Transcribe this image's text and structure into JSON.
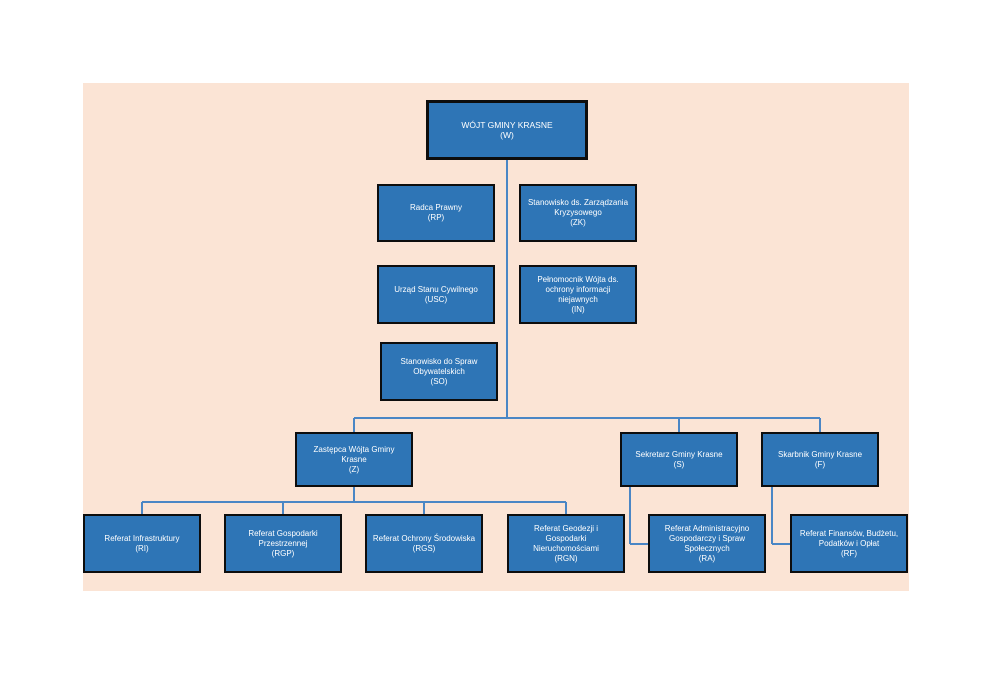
{
  "org_chart": {
    "head": {
      "name": "WÓJT GMINY KRASNE",
      "code": "(W)"
    },
    "direct_posts": [
      {
        "name": "Radca Prawny",
        "code": "(RP)"
      },
      {
        "name": "Stanowisko ds. Zarządzania Kryzysowego",
        "code": "(ZK)"
      },
      {
        "name": "Urząd Stanu Cywilnego",
        "code": "(USC)"
      },
      {
        "name": "Pełnomocnik Wójta ds. ochrony informacji niejawnych",
        "code": "(IN)"
      },
      {
        "name": "Stanowisko do Spraw Obywatelskich",
        "code": "(SO)"
      }
    ],
    "deputy": {
      "name": "Zastępca Wójta Gminy Krasne",
      "code": "(Z)"
    },
    "secretary": {
      "name": "Sekretarz Gminy Krasne",
      "code": "(S)"
    },
    "treasurer": {
      "name": "Skarbnik Gminy Krasne",
      "code": "(F)"
    },
    "deputy_units": [
      {
        "name": "Referat Infrastruktury",
        "code": "(RI)"
      },
      {
        "name": "Referat Gospodarki Przestrzennej",
        "code": "(RGP)"
      },
      {
        "name": "Referat Ochrony Środowiska",
        "code": "(RGS)"
      },
      {
        "name": "Referat Geodezji i Gospodarki Nieruchomościami",
        "code": "(RGN)"
      }
    ],
    "secretary_unit": {
      "name": "Referat Administracyjno Gospodarczy i Spraw Społecznych",
      "code": "(RA)"
    },
    "treasurer_unit": {
      "name": "Referat Finansów, Budżetu, Podatków i Opłat",
      "code": "(RF)"
    }
  },
  "colors": {
    "background": "#fbe4d5",
    "box": "#2e75b6",
    "border": "#0d0d0d",
    "connector": "#4a86c5"
  }
}
